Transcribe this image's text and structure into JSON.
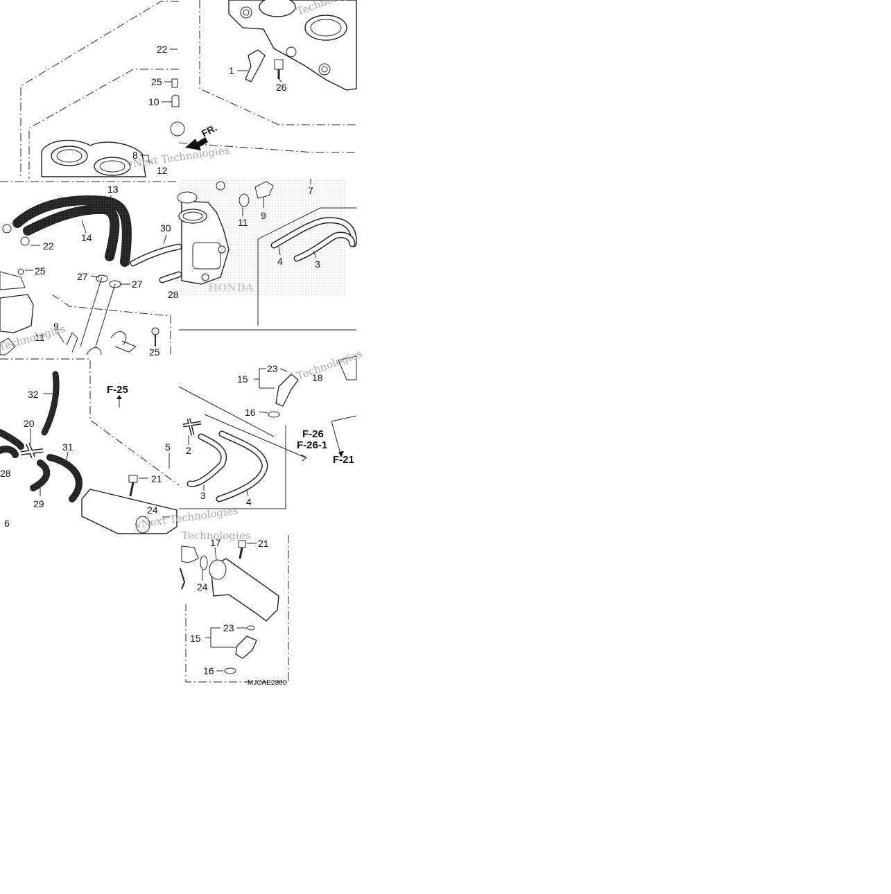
{
  "diagram": {
    "code": "MJCAE2300",
    "direction_label": "FR.",
    "ref_labels": [
      "F-25",
      "F-26",
      "F-26-1",
      "F-21"
    ],
    "watermark_texts": [
      "vNext Technologies",
      "Technologies",
      "HONDA"
    ],
    "part_labels": {
      "p1": "1",
      "p2": "2",
      "p3": "3",
      "p4": "4",
      "p5": "5",
      "p6": "6",
      "p7": "7",
      "p8": "8",
      "p9": "9",
      "p10": "10",
      "p11": "11",
      "p12": "12",
      "p13": "13",
      "p14": "14",
      "p15": "15",
      "p16": "16",
      "p17": "17",
      "p18": "18",
      "p20": "20",
      "p21": "21",
      "p22": "22",
      "p23": "23",
      "p24": "24",
      "p25": "25",
      "p26": "26",
      "p27": "27",
      "p28": "28",
      "p29": "29",
      "p30": "30",
      "p31": "31",
      "p32": "32"
    }
  }
}
